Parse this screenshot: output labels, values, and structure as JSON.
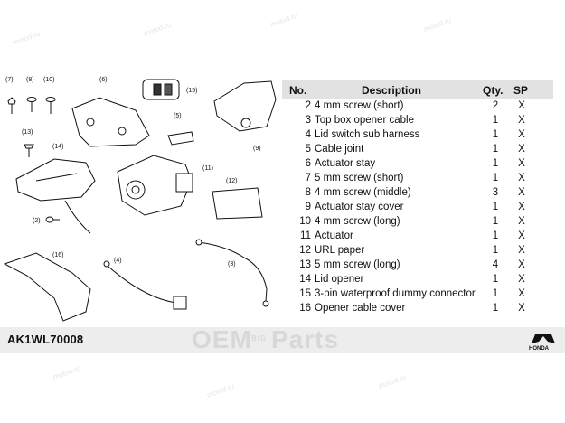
{
  "table": {
    "headers": {
      "no": "No.",
      "description": "Description",
      "qty": "Qty.",
      "sp": "SP"
    },
    "rows": [
      {
        "no": "2",
        "description": "4 mm screw (short)",
        "qty": "2",
        "sp": "X"
      },
      {
        "no": "3",
        "description": "Top box opener cable",
        "qty": "1",
        "sp": "X"
      },
      {
        "no": "4",
        "description": "Lid switch sub harness",
        "qty": "1",
        "sp": "X"
      },
      {
        "no": "5",
        "description": "Cable joint",
        "qty": "1",
        "sp": "X"
      },
      {
        "no": "6",
        "description": "Actuator stay",
        "qty": "1",
        "sp": "X"
      },
      {
        "no": "7",
        "description": "5 mm screw (short)",
        "qty": "1",
        "sp": "X"
      },
      {
        "no": "8",
        "description": "4 mm screw (middle)",
        "qty": "3",
        "sp": "X"
      },
      {
        "no": "9",
        "description": "Actuator stay cover",
        "qty": "1",
        "sp": "X"
      },
      {
        "no": "10",
        "description": "4 mm screw (long)",
        "qty": "1",
        "sp": "X"
      },
      {
        "no": "11",
        "description": "Actuator",
        "qty": "1",
        "sp": "X"
      },
      {
        "no": "12",
        "description": "URL paper",
        "qty": "1",
        "sp": "X"
      },
      {
        "no": "13",
        "description": "5 mm screw (long)",
        "qty": "4",
        "sp": "X"
      },
      {
        "no": "14",
        "description": "Lid opener",
        "qty": "1",
        "sp": "X"
      },
      {
        "no": "15",
        "description": "3-pin waterproof dummy connector",
        "qty": "1",
        "sp": "X"
      },
      {
        "no": "16",
        "description": "Opener cable cover",
        "qty": "1",
        "sp": "X"
      }
    ]
  },
  "part_code": "AK1WL70008",
  "callouts": {
    "c7": "(7)",
    "c8": "(8)",
    "c10": "(10)",
    "c6": "(6)",
    "c15": "(15)",
    "c9": "(9)",
    "c5": "(5)",
    "c13": "(13)",
    "c14": "(14)",
    "c11": "(11)",
    "c12": "(12)",
    "c2": "(2)",
    "c16": "(16)",
    "c4": "(4)",
    "c3": "(3)"
  },
  "watermark": {
    "brand_a": "OEM",
    "brand_b": "Parts",
    "brand_small": "BIG",
    "site": "motod.ru"
  },
  "logo": {
    "text": "HONDA"
  },
  "colors": {
    "header_bg": "#e2e2e2",
    "banner_bg": "#ededed",
    "ink": "#111111",
    "watermark": "#d8d8d8"
  }
}
